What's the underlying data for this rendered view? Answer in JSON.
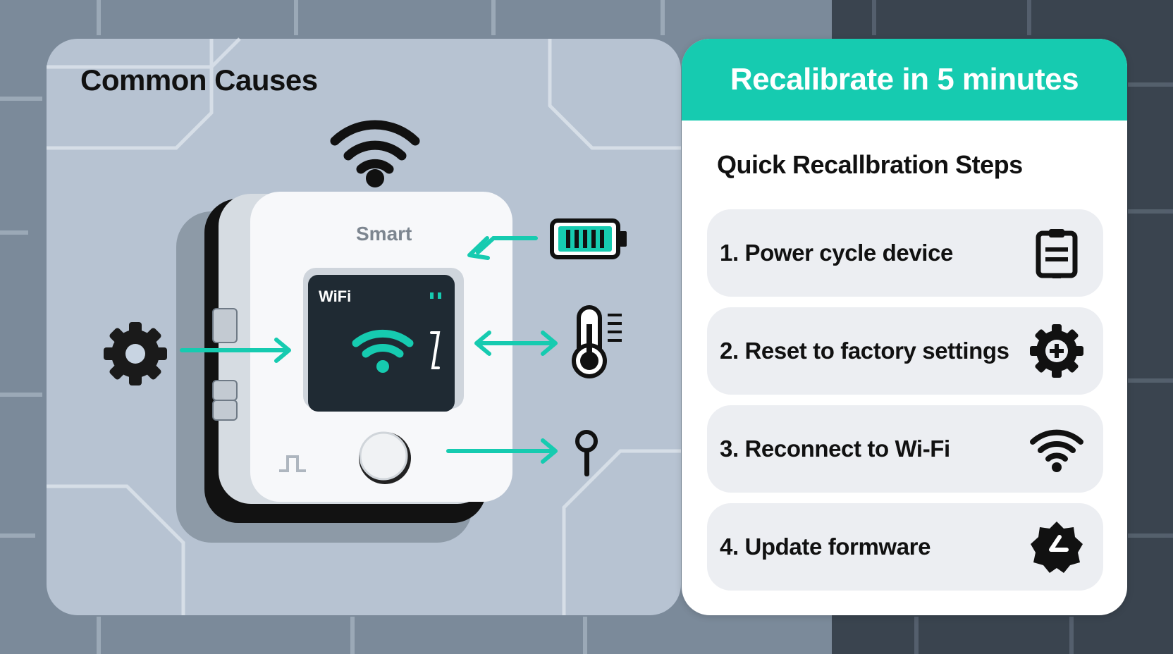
{
  "left_panel": {
    "title": "Common Causes",
    "device": {
      "brand_label": "Smart",
      "screen_label": "WiFi"
    },
    "cause_icons": [
      "wifi-icon",
      "battery-icon",
      "thermometer-icon",
      "gear-icon",
      "pin-icon"
    ]
  },
  "right_panel": {
    "header_title": "Recalibrate in 5 minutes",
    "steps_title": "Quick Recallbration Steps",
    "steps": [
      {
        "label": "1. Power cycle device",
        "icon": "clipboard-icon"
      },
      {
        "label": "2. Reset to factory settings",
        "icon": "gear-plus-icon"
      },
      {
        "label": "3. Reconnect to Wi-Fi",
        "icon": "wifi-icon"
      },
      {
        "label": "4. Update formware",
        "icon": "update-badge-icon"
      }
    ]
  },
  "colors": {
    "accent": "#16cbb0",
    "dark": "#111111",
    "screen": "#1f2a33"
  }
}
